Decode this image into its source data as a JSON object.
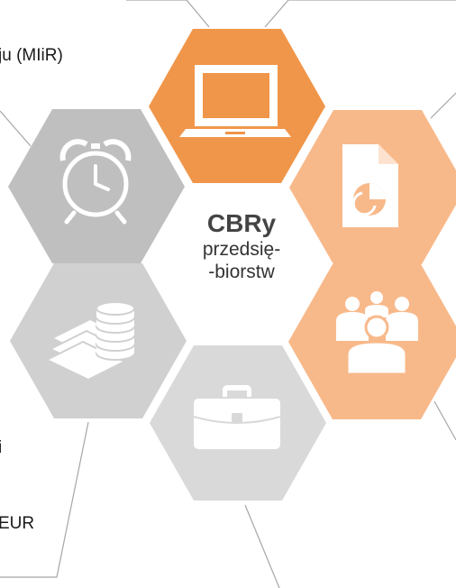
{
  "center": {
    "title": "CBRy",
    "line1": "przedsię-",
    "line2": "-biorstw"
  },
  "side_labels": {
    "top_left": "ju (MIiR)",
    "mid_left": "i",
    "bottom_left": "EUR"
  },
  "hexagons": [
    {
      "icon": "laptop-icon",
      "color": "#f0964a"
    },
    {
      "icon": "document-chart-icon",
      "color": "#f8b98a"
    },
    {
      "icon": "people-group-icon",
      "color": "#f8b98a"
    },
    {
      "icon": "briefcase-icon",
      "color": "#d9d9d9"
    },
    {
      "icon": "money-coins-icon",
      "color": "#d0d0d0"
    },
    {
      "icon": "alarm-clock-icon",
      "color": "#bfbfbf"
    }
  ],
  "colors": {
    "orange_dark": "#f0964a",
    "orange_light": "#f8b98a",
    "gray_dark": "#bfbfbf",
    "gray_mid": "#d0d0d0",
    "gray_light": "#d9d9d9",
    "line": "#9a9a9a"
  }
}
